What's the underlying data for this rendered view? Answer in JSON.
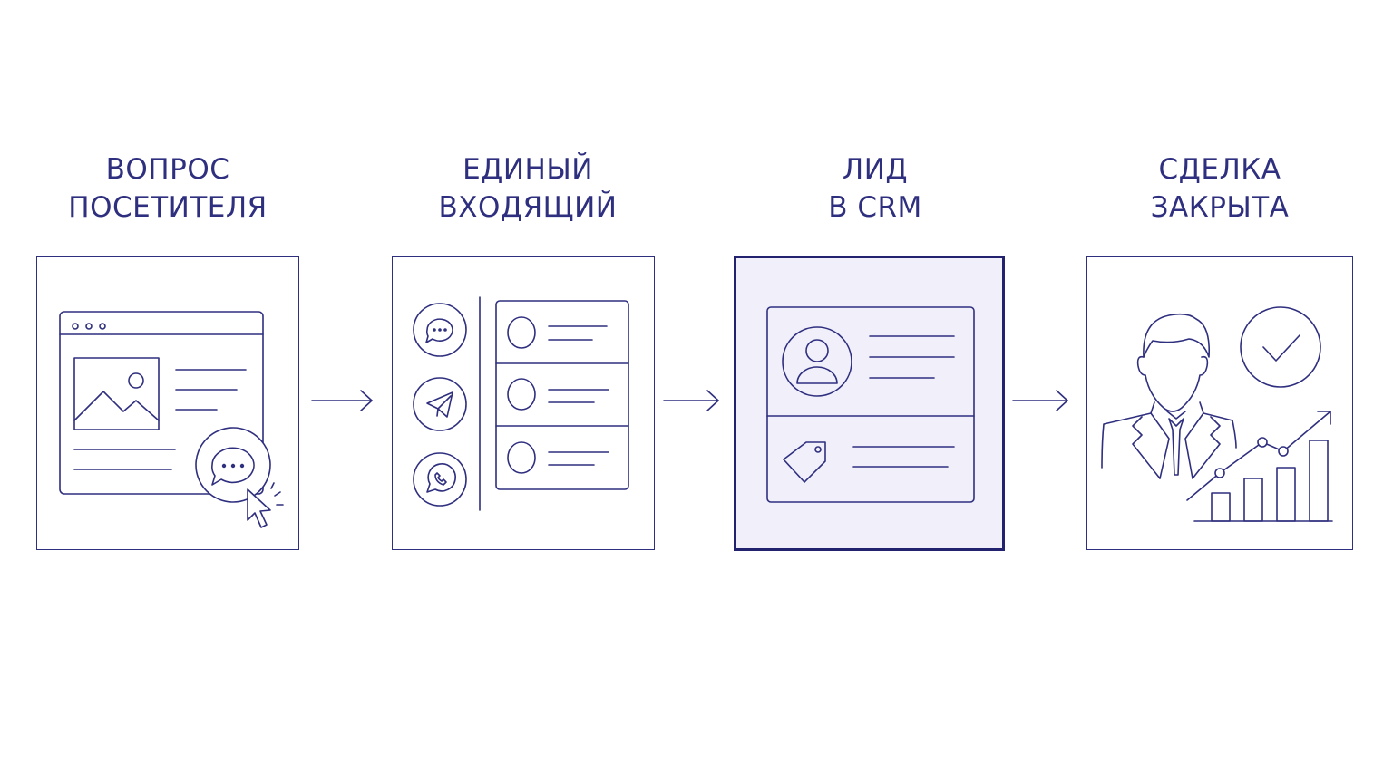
{
  "accent_color": "#2f2f7f",
  "active_panel_background": "#f0effa",
  "steps": [
    {
      "title_line1": "ВОПРОС",
      "title_line2": "ПОСЕТИТЕЛЯ",
      "icon": "website-chat-icon"
    },
    {
      "title_line1": "ЕДИНЫЙ",
      "title_line2": "ВХОДЯЩИЙ",
      "icon": "unified-inbox-icon"
    },
    {
      "title_line1": "ЛИД",
      "title_line2": "В CRM",
      "icon": "crm-lead-card-icon",
      "highlighted": true
    },
    {
      "title_line1": "СДЕЛКА",
      "title_line2": "ЗАКРЫТА",
      "icon": "closed-deal-icon"
    }
  ],
  "connectors": [
    "arrow-right-icon",
    "arrow-right-icon",
    "arrow-right-icon"
  ]
}
